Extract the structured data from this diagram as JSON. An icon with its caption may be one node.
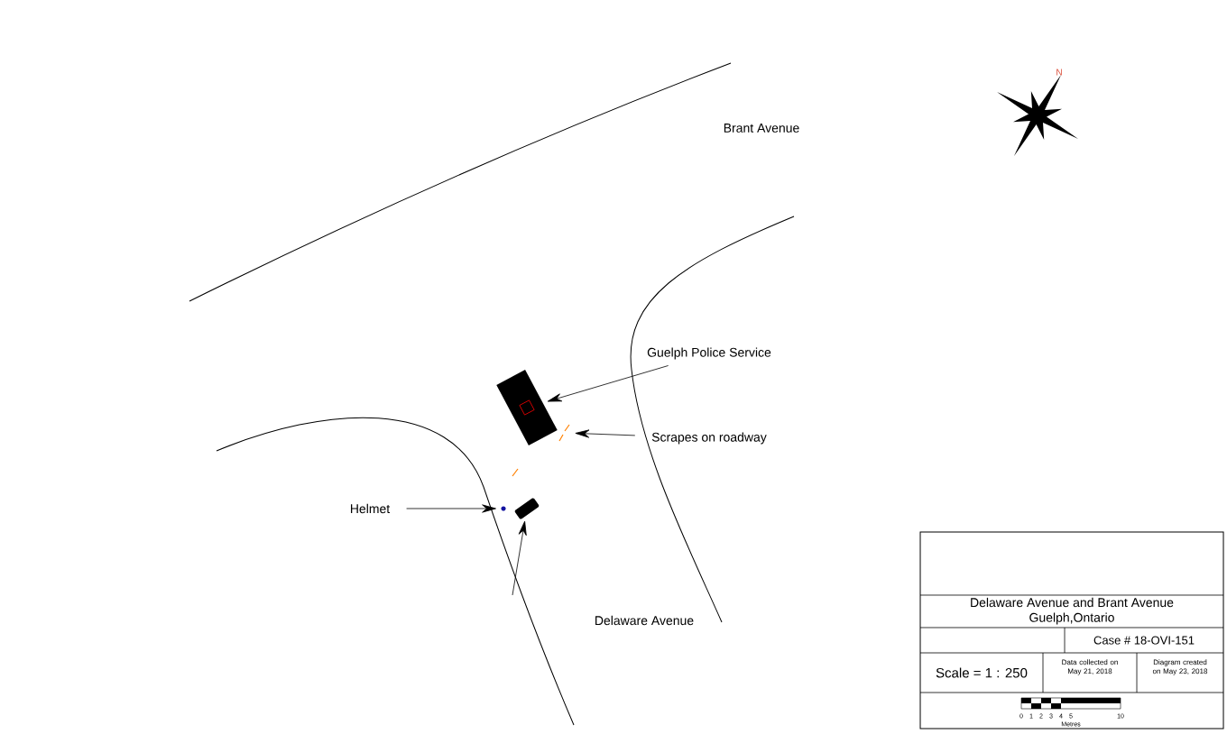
{
  "diagram": {
    "nodes": [
      {
        "text": [
          "Guelph Police Service"
        ]
      },
      {
        "text": [],
        "shape": "picture"
      },
      {
        "text": [
          "Scrapes on roadway"
        ]
      },
      {
        "text": [
          "Helmet"
        ]
      },
      {
        "text": [],
        "shape": "circle"
      },
      {
        "text": [],
        "shape": "picture"
      },
      {
        "text": [],
        "shape": "line"
      }
    ],
    "edges": [
      {
        "from": 0,
        "to": 1,
        "arrow": "to"
      },
      {
        "from": 2,
        "to": 6,
        "arrow": "to"
      },
      {
        "from": 3,
        "to": 4,
        "arrow": "to"
      },
      {
        "from": null,
        "to": 5,
        "arrow": "to"
      }
    ],
    "labels": [
      "N",
      "Brant Avenue",
      "Delaware Avenue",
      "Delaware Avenue and Brant Avenue",
      "Guelph,Ontario",
      "Case # 18-OVI-151",
      "Scale = 1 : 250",
      "Data collected on May 21, 2018",
      "Diagram created on May 23, 2018",
      "0",
      "1",
      "2",
      "3",
      "4",
      "5",
      "10",
      "Metres"
    ]
  }
}
